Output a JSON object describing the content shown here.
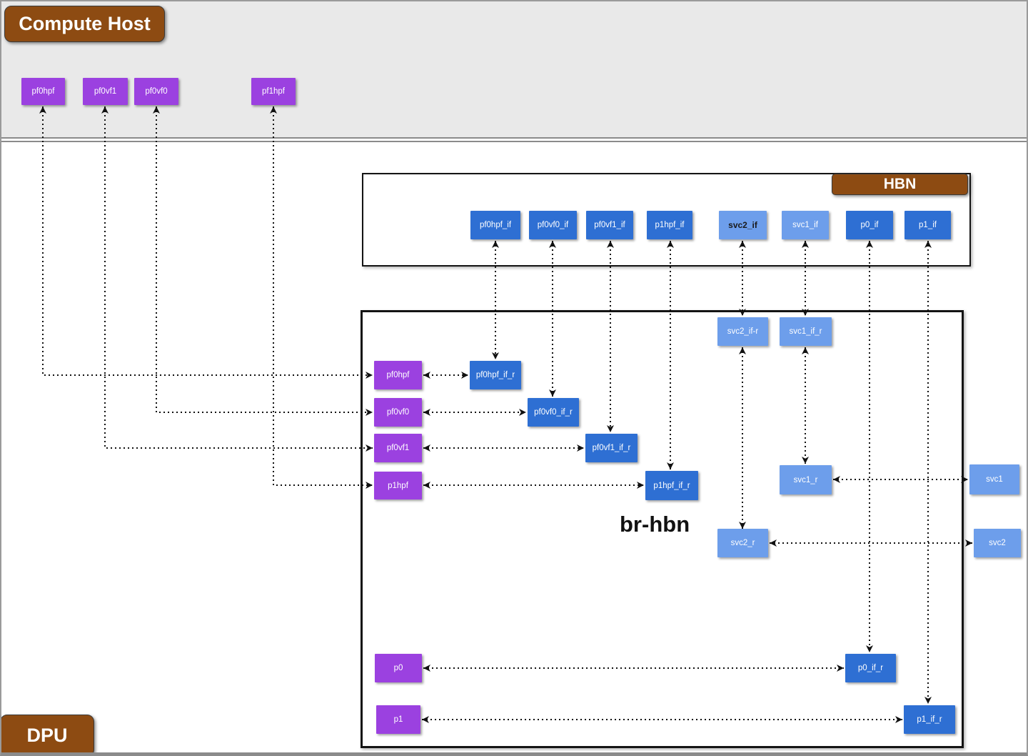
{
  "sections": {
    "compute_host": "Compute Host",
    "dpu": "DPU",
    "hbn": "HBN",
    "br_hbn": "br-hbn"
  },
  "nodes": {
    "host_pf0hpf": "pf0hpf",
    "host_pf0vf1": "pf0vf1",
    "host_pf0vf0": "pf0vf0",
    "host_pf1hpf": "pf1hpf",
    "hbn_pf0hpf_if": "pf0hpf_if",
    "hbn_pf0vf0_if": "pf0vf0_if",
    "hbn_pf0vf1_if": "pf0vf1_if",
    "hbn_p1hpf_if": "p1hpf_if",
    "hbn_svc2_if": "svc2_if",
    "hbn_svc1_if": "svc1_if",
    "hbn_p0_if": "p0_if",
    "hbn_p1_if": "p1_if",
    "br_pf0hpf": "pf0hpf",
    "br_pf0vf0": "pf0vf0",
    "br_pf0vf1": "pf0vf1",
    "br_p1hpf": "p1hpf",
    "br_p0": "p0",
    "br_p1": "p1",
    "br_pf0hpf_if_r": "pf0hpf_if_r",
    "br_pf0vf0_if_r": "pf0vf0_if_r",
    "br_pf0vf1_if_r": "pf0vf1_if_r",
    "br_p1hpf_if_r": "p1hpf_if_r",
    "br_p0_if_r": "p0_if_r",
    "br_p1_if_r": "p1_if_r",
    "br_svc2_if_r": "svc2_if-r",
    "br_svc1_if_r": "svc1_if_r",
    "br_svc1_r": "svc1_r",
    "br_svc2_r": "svc2_r",
    "svc1": "svc1",
    "svc2": "svc2"
  },
  "edges": [
    {
      "from": "host pf0hpf",
      "to": "br-hbn pf0hpf",
      "style": "dotted-bidirectional"
    },
    {
      "from": "host pf0vf1",
      "to": "br-hbn pf0vf1",
      "style": "dotted-bidirectional"
    },
    {
      "from": "host pf0vf0",
      "to": "br-hbn pf0vf0",
      "style": "dotted-bidirectional"
    },
    {
      "from": "host pf1hpf",
      "to": "br-hbn p1hpf",
      "style": "dotted-bidirectional"
    },
    {
      "from": "hbn pf0hpf_if",
      "to": "br-hbn pf0hpf_if_r",
      "style": "dotted-bidirectional"
    },
    {
      "from": "hbn pf0vf0_if",
      "to": "br-hbn pf0vf0_if_r",
      "style": "dotted-bidirectional"
    },
    {
      "from": "hbn pf0vf1_if",
      "to": "br-hbn pf0vf1_if_r",
      "style": "dotted-bidirectional"
    },
    {
      "from": "hbn p1hpf_if",
      "to": "br-hbn p1hpf_if_r",
      "style": "dotted-bidirectional"
    },
    {
      "from": "hbn svc2_if",
      "to": "br-hbn svc2_if-r",
      "style": "dotted-bidirectional"
    },
    {
      "from": "hbn svc1_if",
      "to": "br-hbn svc1_if_r",
      "style": "dotted-bidirectional"
    },
    {
      "from": "hbn p0_if",
      "to": "br-hbn p0_if_r",
      "style": "dotted-bidirectional"
    },
    {
      "from": "hbn p1_if",
      "to": "br-hbn p1_if_r",
      "style": "dotted-bidirectional"
    },
    {
      "from": "br-hbn svc2_if-r",
      "to": "br-hbn svc2_r",
      "style": "dotted-bidirectional"
    },
    {
      "from": "br-hbn svc1_if_r",
      "to": "br-hbn svc1_r",
      "style": "dotted-bidirectional"
    },
    {
      "from": "br-hbn pf0hpf",
      "to": "br-hbn pf0hpf_if_r",
      "style": "dotted-bidirectional"
    },
    {
      "from": "br-hbn pf0vf0",
      "to": "br-hbn pf0vf0_if_r",
      "style": "dotted-bidirectional"
    },
    {
      "from": "br-hbn pf0vf1",
      "to": "br-hbn pf0vf1_if_r",
      "style": "dotted-bidirectional"
    },
    {
      "from": "br-hbn p1hpf",
      "to": "br-hbn p1hpf_if_r",
      "style": "dotted-bidirectional"
    },
    {
      "from": "br-hbn svc1_r",
      "to": "svc1",
      "style": "dotted-bidirectional"
    },
    {
      "from": "br-hbn svc2_r",
      "to": "svc2",
      "style": "dotted-bidirectional"
    },
    {
      "from": "br-hbn p0",
      "to": "br-hbn p0_if_r",
      "style": "dotted-bidirectional"
    },
    {
      "from": "br-hbn p1",
      "to": "br-hbn p1_if_r",
      "style": "dotted-bidirectional"
    }
  ],
  "colors": {
    "host_node": "#9B41E0",
    "interface_node": "#2E6FD3",
    "service_node": "#6D9EEB",
    "label_plate": "#8D4B12",
    "host_band_bg": "#E9E9E9",
    "frame_border": "#141414",
    "edge": "#111111"
  }
}
